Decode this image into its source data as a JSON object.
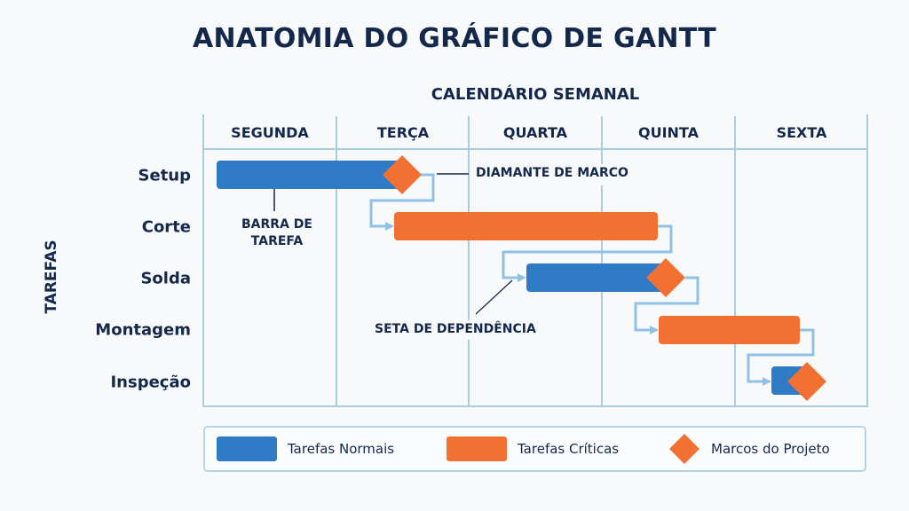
{
  "title": "ANATOMIA DO GRÁFICO DE GANTT",
  "subtitle": "CALENDÁRIO SEMANAL",
  "axis_label": "TAREFAS",
  "days": [
    "SEGUNDA",
    "TERÇA",
    "QUARTA",
    "QUINTA",
    "SEXTA"
  ],
  "tasks": [
    {
      "name": "Setup",
      "type": "normal",
      "start_day": 0.1,
      "end_day": 1.5,
      "milestone": true
    },
    {
      "name": "Corte",
      "type": "critical",
      "start_day": 1.43,
      "end_day": 3.41,
      "milestone": false
    },
    {
      "name": "Solda",
      "type": "normal",
      "start_day": 2.43,
      "end_day": 3.45,
      "milestone": true
    },
    {
      "name": "Montagem",
      "type": "critical",
      "start_day": 3.43,
      "end_day": 4.48,
      "milestone": false
    },
    {
      "name": "Inspeção",
      "type": "normal",
      "start_day": 4.27,
      "end_day": 4.53,
      "milestone": true
    }
  ],
  "annotations": {
    "milestone": "DIAMANTE DE MARCO",
    "task_bar_line1": "BARRA DE",
    "task_bar_line2": "TAREFA",
    "dependency": "SETA DE DEPENDÊNCIA"
  },
  "legend": {
    "normal": "Tarefas Normais",
    "critical": "Tarefas Críticas",
    "milestone": "Marcos do Projeto"
  },
  "colors": {
    "normal": "#2f7bc6",
    "critical": "#f37033",
    "milestone": "#f37033",
    "grid": "#a9cce0",
    "text": "#14284b"
  },
  "chart_data": {
    "type": "gantt",
    "title": "ANATOMIA DO GRÁFICO DE GANTT",
    "subtitle": "CALENDÁRIO SEMANAL",
    "xlabel": "CALENDÁRIO SEMANAL",
    "ylabel": "TAREFAS",
    "categories": [
      "SEGUNDA",
      "TERÇA",
      "QUARTA",
      "QUINTA",
      "SEXTA"
    ],
    "series": [
      {
        "name": "Setup",
        "type": "Tarefas Normais",
        "start": "SEGUNDA",
        "end": "TERÇA (meio)",
        "milestone_at_end": true
      },
      {
        "name": "Corte",
        "type": "Tarefas Críticas",
        "start": "TERÇA (meio)",
        "end": "QUINTA (início)",
        "depends_on": "Setup"
      },
      {
        "name": "Solda",
        "type": "Tarefas Normais",
        "start": "QUARTA (meio)",
        "end": "QUINTA (meio)",
        "milestone_at_end": true,
        "depends_on": "Corte"
      },
      {
        "name": "Montagem",
        "type": "Tarefas Críticas",
        "start": "QUINTA (meio)",
        "end": "SEXTA (meio)",
        "depends_on": "Solda"
      },
      {
        "name": "Inspeção",
        "type": "Tarefas Normais",
        "start": "SEXTA (início)",
        "end": "SEXTA (meio)",
        "milestone_at_end": true,
        "depends_on": "Montagem"
      }
    ],
    "legend": [
      "Tarefas Normais",
      "Tarefas Críticas",
      "Marcos do Projeto"
    ],
    "annotations": [
      "DIAMANTE DE MARCO",
      "BARRA DE TAREFA",
      "SETA DE DEPENDÊNCIA"
    ]
  }
}
